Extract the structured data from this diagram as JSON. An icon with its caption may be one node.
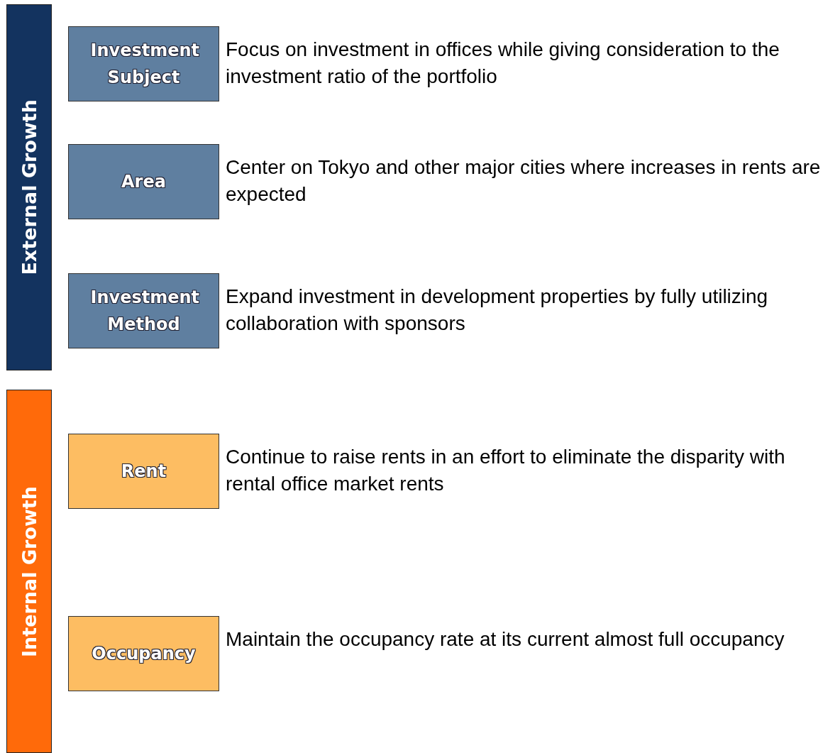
{
  "diagram": {
    "nodes": [
      {
        "text": [
          "External Growth"
        ]
      },
      {
        "text": [
          "Investment Subject"
        ],
        "beside": [
          "Focus on investment in offices while giving consideration to the investment ratio of the portfolio"
        ]
      },
      {
        "text": [
          "Area"
        ],
        "beside": [
          "Center on Tokyo and other major cities where increases in rents are expected"
        ]
      },
      {
        "text": [
          "Investment Method"
        ],
        "beside": [
          "Expand investment in development properties by fully utilizing collaboration with sponsors"
        ]
      },
      {
        "text": [
          "Internal Growth"
        ]
      },
      {
        "text": [
          "Rent"
        ],
        "beside": [
          "Continue to raise rents in an effort to eliminate the disparity with rental office market rents"
        ]
      },
      {
        "text": [
          "Occupancy"
        ],
        "beside": [
          "Maintain the occupancy rate at its current almost full occupancy"
        ]
      }
    ],
    "edges": []
  }
}
